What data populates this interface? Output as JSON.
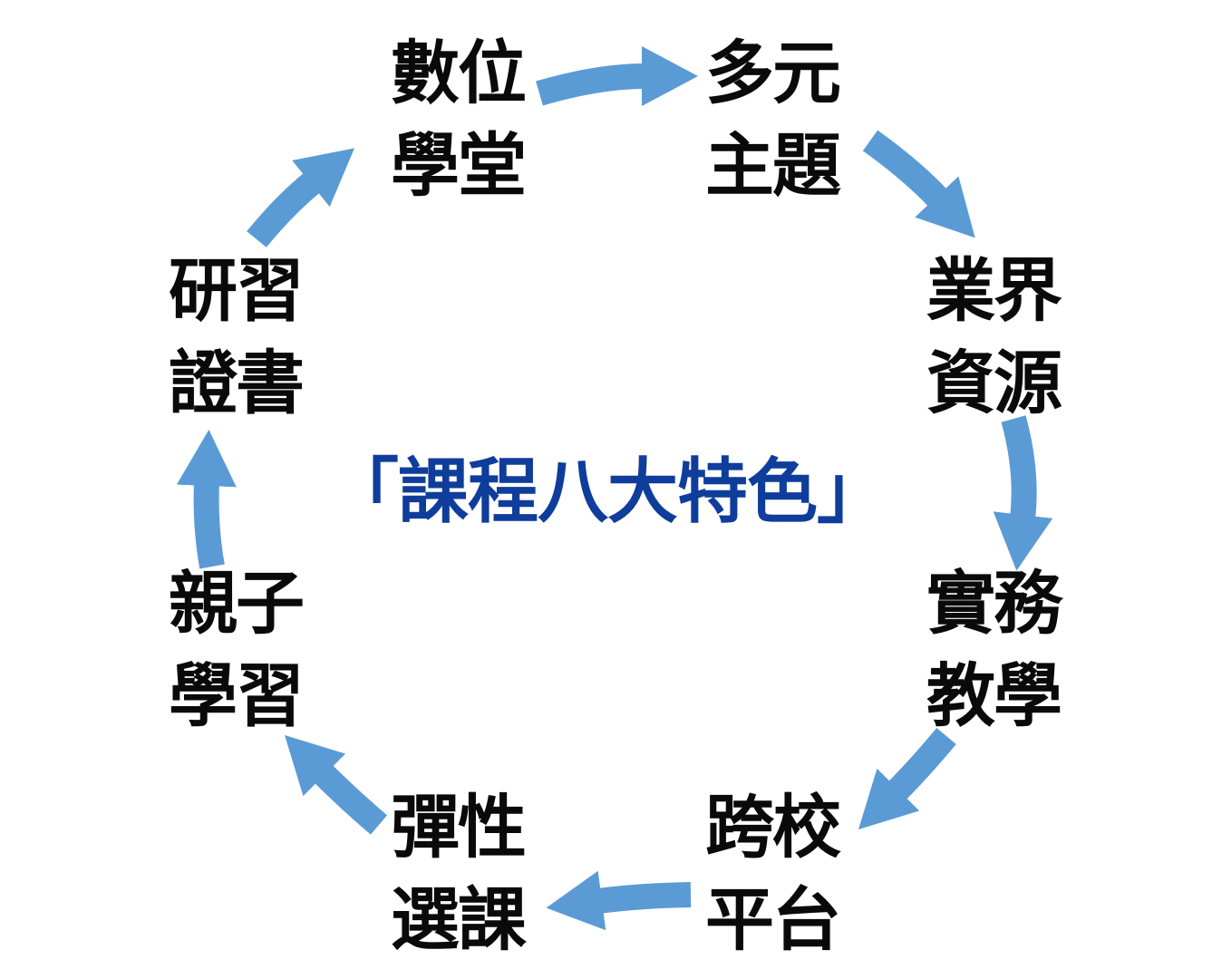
{
  "diagram": {
    "title": "「課程八大特色」",
    "colors": {
      "arrow": "#5b9bd5",
      "title": "#0f3d9b",
      "node_text": "#0a0a0a"
    },
    "nodes": [
      {
        "line1": "數位",
        "line2": "學堂"
      },
      {
        "line1": "多元",
        "line2": "主題"
      },
      {
        "line1": "業界",
        "line2": "資源"
      },
      {
        "line1": "實務",
        "line2": "教學"
      },
      {
        "line1": "跨校",
        "line2": "平台"
      },
      {
        "line1": "彈性",
        "line2": "選課"
      },
      {
        "line1": "親子",
        "line2": "學習"
      },
      {
        "line1": "研習",
        "line2": "證書"
      }
    ],
    "flow": "clockwise"
  }
}
